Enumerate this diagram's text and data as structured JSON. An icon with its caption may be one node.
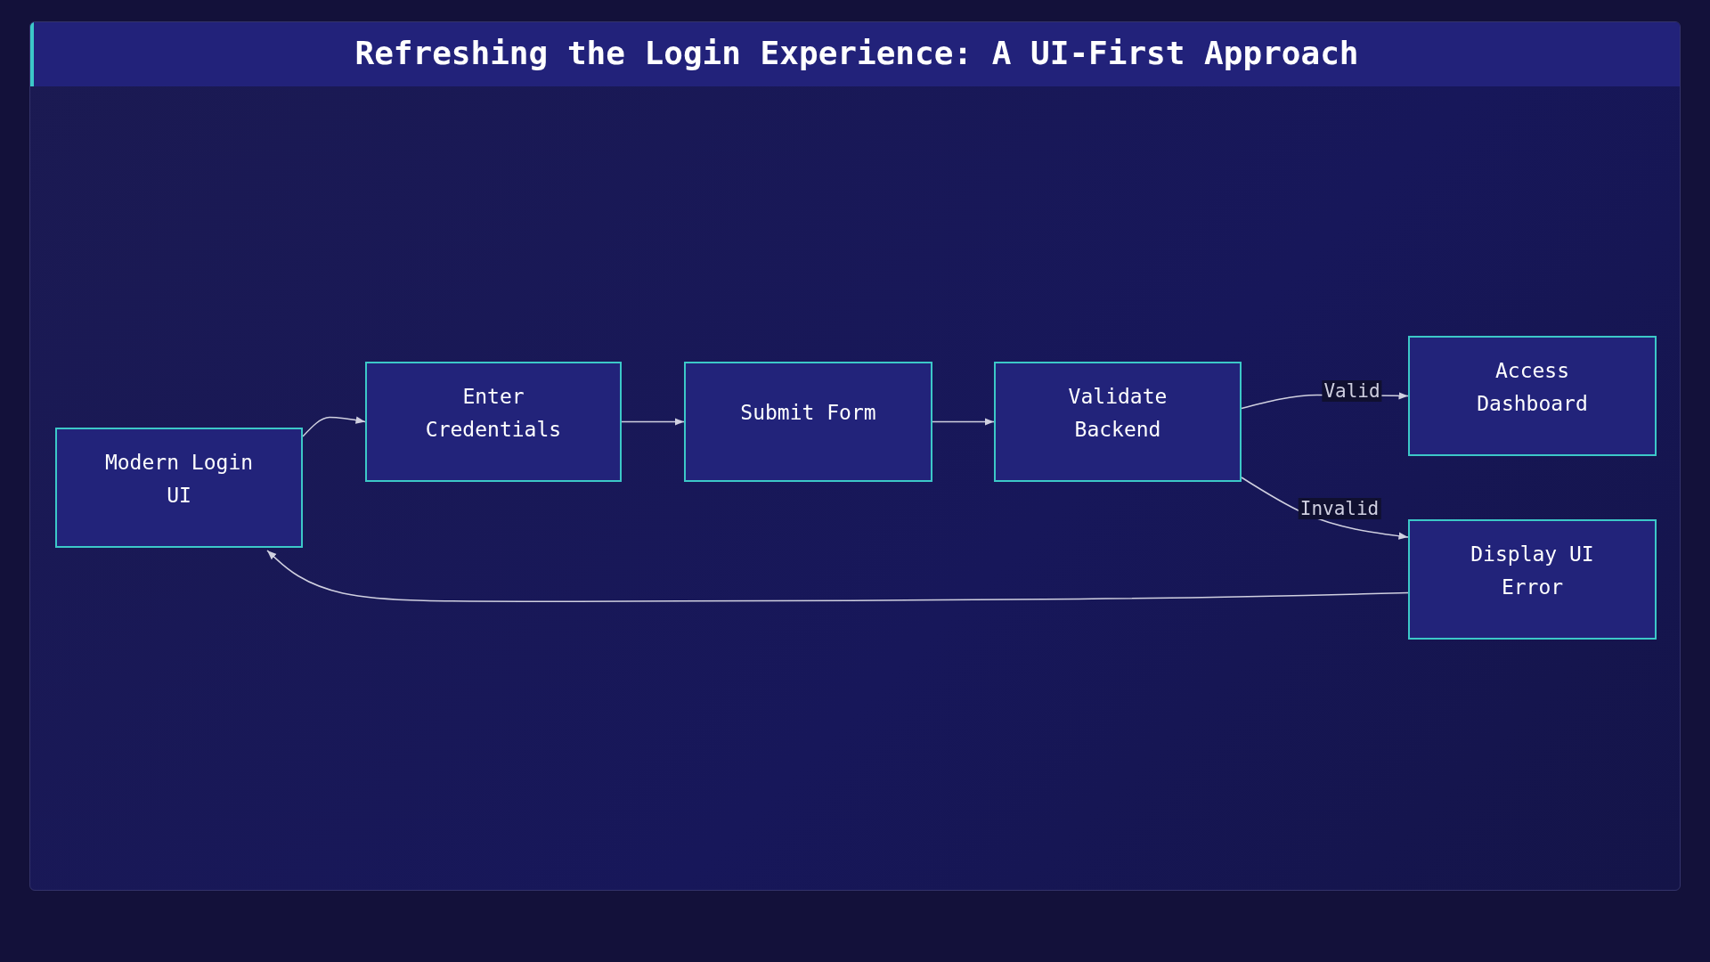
{
  "diagram": {
    "title": "Refreshing the Login Experience: A UI-First Approach",
    "nodes": [
      {
        "text": [
          "Modern Login UI"
        ]
      },
      {
        "text": [
          "Enter Credentials"
        ]
      },
      {
        "text": [
          "Submit Form"
        ]
      },
      {
        "text": [
          "Validate Backend"
        ]
      },
      {
        "text": [
          "Access Dashboard"
        ]
      },
      {
        "text": [
          "Display UI Error"
        ]
      }
    ],
    "edges": [
      {
        "from": 0,
        "to": 1,
        "arrow": "to"
      },
      {
        "from": 1,
        "to": 2,
        "arrow": "to"
      },
      {
        "from": 2,
        "to": 3,
        "arrow": "to"
      },
      {
        "from": 3,
        "to": 4,
        "arrow": "to",
        "label": "Valid"
      },
      {
        "from": 3,
        "to": 5,
        "arrow": "to",
        "label": "Invalid"
      },
      {
        "from": 5,
        "to": 0,
        "arrow": "to"
      }
    ]
  }
}
